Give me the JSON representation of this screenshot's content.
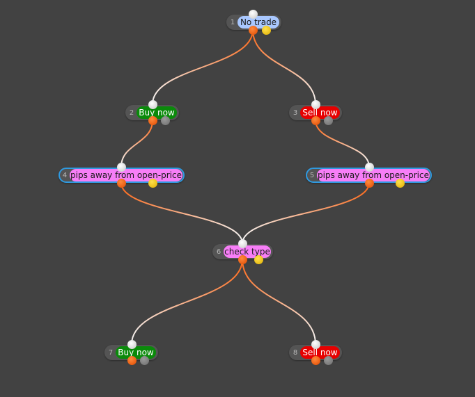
{
  "colors": {
    "background": "#424242",
    "wire_start": "#ff6a1a",
    "wire_end": "#f4f4f4",
    "selection": "#2f9ae0"
  },
  "nodes": [
    {
      "id": "n1",
      "number": "1",
      "label": "No trade",
      "style": "blue",
      "second_port": "gold"
    },
    {
      "id": "n2",
      "number": "2",
      "label": "Buy now",
      "style": "green",
      "second_port": "alt"
    },
    {
      "id": "n3",
      "number": "3",
      "label": "Sell now",
      "style": "red",
      "second_port": "alt"
    },
    {
      "id": "n4",
      "number": "4",
      "label": "pips away from open-price",
      "style": "pink",
      "second_port": "gold"
    },
    {
      "id": "n5",
      "number": "5",
      "label": "pips away from open-price",
      "style": "pink",
      "second_port": "gold"
    },
    {
      "id": "n6",
      "number": "6",
      "label": "check type",
      "style": "pink",
      "second_port": "gold"
    },
    {
      "id": "n7",
      "number": "7",
      "label": "Buy now",
      "style": "green",
      "second_port": "alt"
    },
    {
      "id": "n8",
      "number": "8",
      "label": "Sell now",
      "style": "red",
      "second_port": "alt"
    }
  ],
  "edges": [
    {
      "from": "n1",
      "to": "n2"
    },
    {
      "from": "n1",
      "to": "n3"
    },
    {
      "from": "n2",
      "to": "n4"
    },
    {
      "from": "n3",
      "to": "n5"
    },
    {
      "from": "n4",
      "to": "n6"
    },
    {
      "from": "n5",
      "to": "n6"
    },
    {
      "from": "n6",
      "to": "n7"
    },
    {
      "from": "n6",
      "to": "n8"
    }
  ]
}
